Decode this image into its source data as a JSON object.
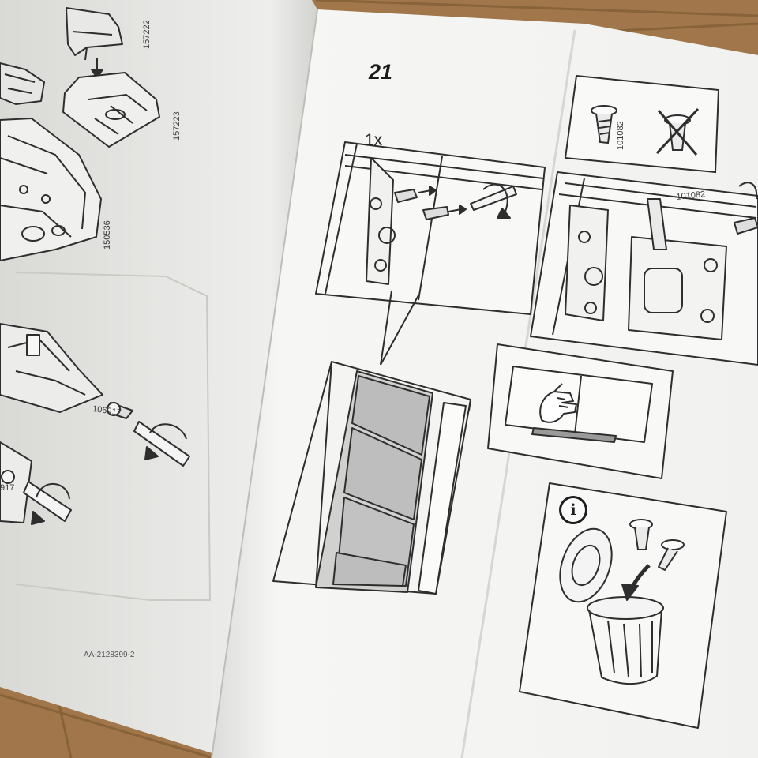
{
  "instructions": {
    "step_number": "21",
    "quantity": "1x",
    "document_id": "AA-2128399-2",
    "info_symbol": "i",
    "part_numbers": [
      "157222",
      "157223",
      "150536",
      "106917",
      "101082"
    ],
    "callout_part_number": "101082",
    "cropped_part_number": "917"
  },
  "colors": {
    "wood": "#a0764a",
    "paper": "#f4f4f2",
    "line": "#2e2e2e",
    "door_panel": "#bcbcbc"
  },
  "icons": [
    "screw-icon",
    "crossed-out-screw-icon",
    "screwdriver-icon",
    "rotation-arrow-icon",
    "hand-icon",
    "trash-bin-icon",
    "down-arrow-icon"
  ]
}
